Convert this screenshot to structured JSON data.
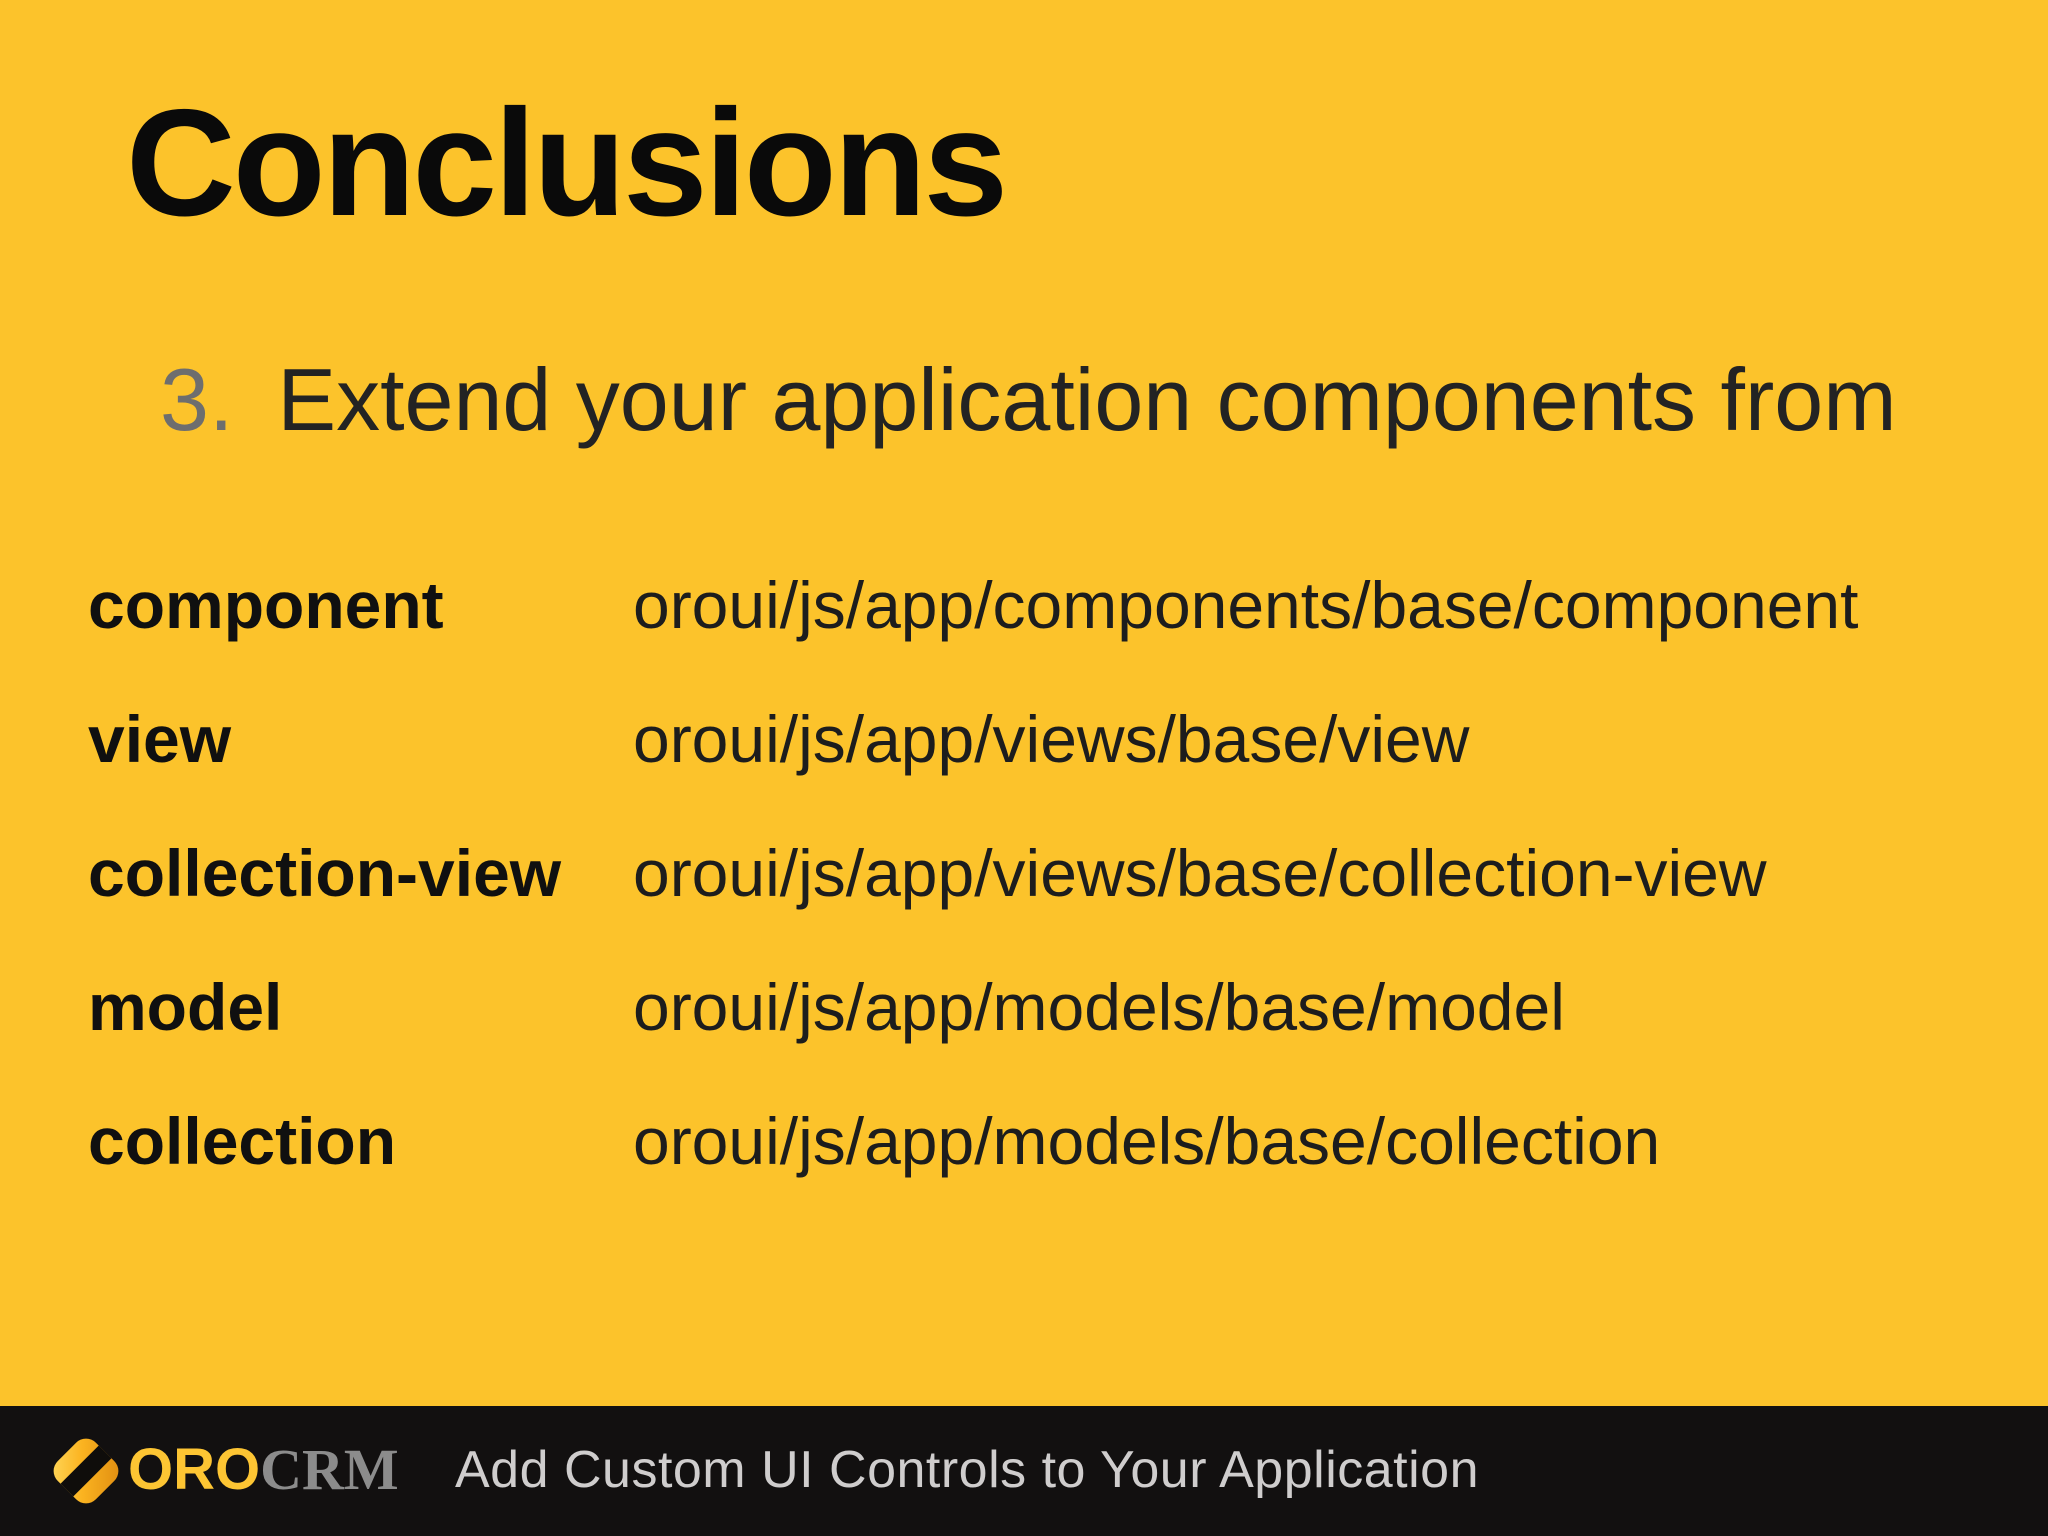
{
  "slide": {
    "title": "Conclusions",
    "list_item": {
      "number": "3.",
      "text": "Extend your application components from"
    },
    "mapping_table": {
      "rows": [
        {
          "label": "component",
          "path": "oroui/js/app/components/base/component"
        },
        {
          "label": "view",
          "path": "oroui/js/app/views/base/view"
        },
        {
          "label": "collection-view",
          "path": "oroui/js/app/views/base/collection-view"
        },
        {
          "label": "model",
          "path": "oroui/js/app/models/base/model"
        },
        {
          "label": "collection",
          "path": "oroui/js/app/models/base/collection"
        }
      ]
    }
  },
  "footer": {
    "brand": {
      "oro": "ORO",
      "crm": "CRM",
      "logo_icon": "oro-diamond-logo"
    },
    "subtitle": "Add Custom UI Controls to Your Application"
  },
  "colors": {
    "slide_background": "#FCC32B",
    "title_text": "#0A0A0A",
    "list_number": "#6E6E6E",
    "body_text": "#1D1D1D",
    "footer_background": "#121010",
    "footer_text": "#CFCDCD",
    "brand_oro": "#FDC533",
    "brand_crm": "#8C8C8C",
    "logo_gradient_start": "#FFD95C",
    "logo_gradient_end": "#DE8B10",
    "logo_stripe": "#0F0D0B"
  }
}
